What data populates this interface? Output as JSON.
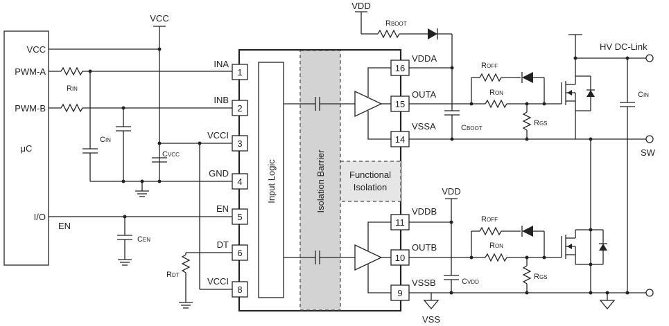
{
  "mcu": {
    "name": "μC",
    "pins": {
      "vcc": "VCC",
      "pwm_a": "PWM-A",
      "pwm_b": "PWM-B",
      "io": "I/O"
    }
  },
  "rails": {
    "vcc": "VCC",
    "vdd_top": "VDD",
    "vdd_mid": "VDD",
    "vss": "VSS"
  },
  "driver": {
    "left_pins": [
      {
        "num": "1",
        "name": "INA"
      },
      {
        "num": "2",
        "name": "INB"
      },
      {
        "num": "3",
        "name": "VCCI"
      },
      {
        "num": "4",
        "name": "GND"
      },
      {
        "num": "5",
        "name": "EN"
      },
      {
        "num": "6",
        "name": "DT"
      },
      {
        "num": "8",
        "name": "VCCI"
      }
    ],
    "right_pins": [
      {
        "num": "16",
        "name": "VDDA"
      },
      {
        "num": "15",
        "name": "OUTA"
      },
      {
        "num": "14",
        "name": "VSSA"
      },
      {
        "num": "11",
        "name": "VDDB"
      },
      {
        "num": "10",
        "name": "OUTB"
      },
      {
        "num": "9",
        "name": "VSSB"
      }
    ],
    "input_logic": "Input Logic",
    "isolation_barrier": "Isolation Barrier",
    "functional_isolation": [
      "Functional",
      "Isolation"
    ]
  },
  "components": {
    "r_in": {
      "main": "R",
      "sub": "IN"
    },
    "c_in_left": {
      "main": "C",
      "sub": "IN"
    },
    "c_vcc": {
      "main": "C",
      "sub": "VCC"
    },
    "c_en": {
      "main": "C",
      "sub": "EN"
    },
    "r_dt": {
      "main": "R",
      "sub": "DT"
    },
    "r_boot": {
      "main": "R",
      "sub": "BOOT"
    },
    "c_boot": {
      "main": "C",
      "sub": "BOOT"
    },
    "c_vdd": {
      "main": "C",
      "sub": "VDD"
    },
    "r_off_a": {
      "main": "R",
      "sub": "OFF"
    },
    "r_on_a": {
      "main": "R",
      "sub": "ON"
    },
    "r_gs_a": {
      "main": "R",
      "sub": "GS"
    },
    "r_off_b": {
      "main": "R",
      "sub": "OFF"
    },
    "r_on_b": {
      "main": "R",
      "sub": "ON"
    },
    "r_gs_b": {
      "main": "R",
      "sub": "GS"
    },
    "c_in_right": {
      "main": "C",
      "sub": "IN"
    }
  },
  "nets": {
    "en": "EN",
    "hv_dc_link": "HV DC-Link",
    "sw": "SW"
  },
  "colors": {
    "ink": "#222222",
    "barrier_fill": "#d3d3d3",
    "background": "#ffffff"
  }
}
